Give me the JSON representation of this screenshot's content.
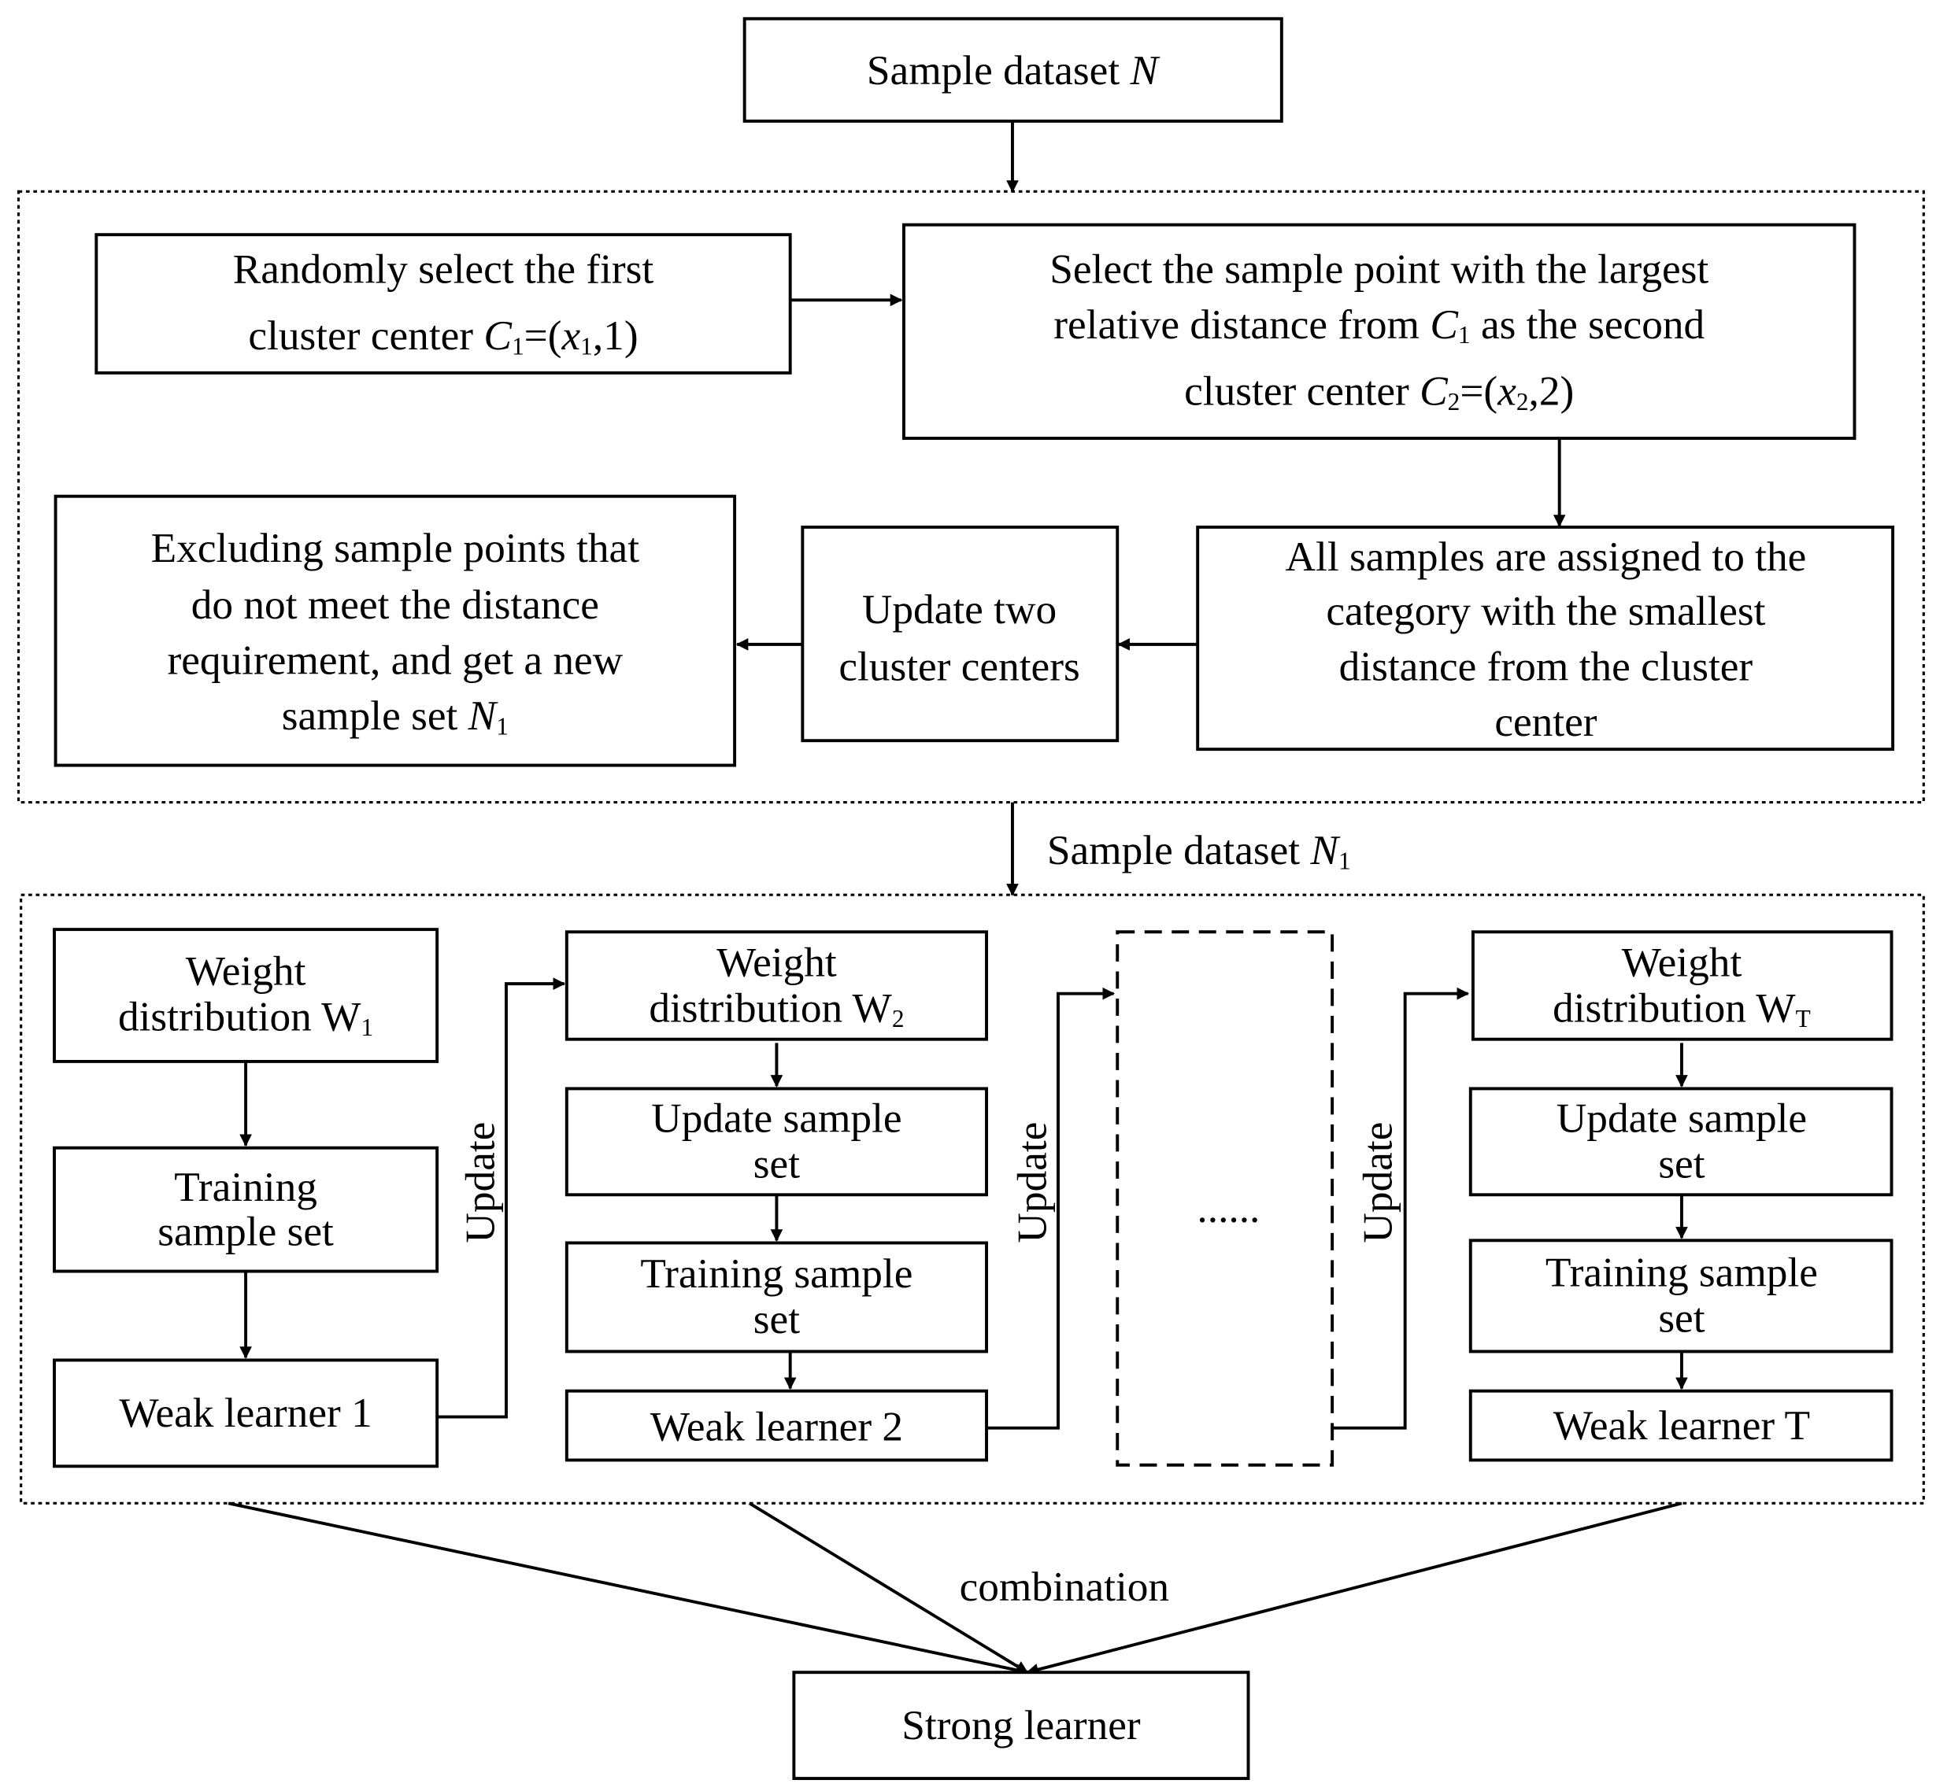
{
  "top": {
    "label": "Sample dataset ",
    "var": "N"
  },
  "cluster": {
    "random": {
      "line1": "Randomly select the first",
      "line2": "cluster center ",
      "c": "C",
      "c_sub": "1",
      "eq": "=(",
      "x": "x",
      "x_sub": "1",
      "end": ",1)"
    },
    "select": {
      "line1": "Select the sample point with the largest",
      "line2a": "relative distance from ",
      "c": "C",
      "c_sub": "1",
      "line2b": " as the second",
      "line3": "cluster center ",
      "c2": "C",
      "c2_sub": "2",
      "eq": "=(",
      "x": "x",
      "x_sub": "2",
      "end": ",2)"
    },
    "assign": {
      "lines": [
        "All samples are assigned to the",
        "category with the smallest",
        "distance from the cluster",
        "center"
      ]
    },
    "update": {
      "lines": [
        "Update two",
        "cluster centers"
      ]
    },
    "exclude": {
      "lines": [
        "Excluding sample points that",
        "do not meet the distance",
        "requirement, and get a new"
      ],
      "last": "sample set ",
      "var": "N",
      "var_sub": "1"
    }
  },
  "mid_label": {
    "label": "Sample dataset ",
    "var": "N",
    "var_sub": "1"
  },
  "boosting": {
    "col1": {
      "weight": [
        "Weight",
        "distribution W"
      ],
      "weight_sub": "1",
      "training": [
        "Training",
        "sample set"
      ],
      "learner": "Weak learner 1"
    },
    "col2": {
      "weight": [
        "Weight",
        "distribution W"
      ],
      "weight_sub": "2",
      "update": [
        "Update sample",
        "set"
      ],
      "training": [
        "Training sample",
        "set"
      ],
      "learner": "Weak learner 2"
    },
    "colT": {
      "weight": [
        "Weight",
        "distribution W"
      ],
      "weight_sub": "T",
      "update": [
        "Update sample",
        "set"
      ],
      "training": [
        "Training sample",
        "set"
      ],
      "learner": "Weak learner T"
    },
    "update_label": "Update",
    "ellipsis": "......"
  },
  "combination": "combination",
  "strong": "Strong learner"
}
